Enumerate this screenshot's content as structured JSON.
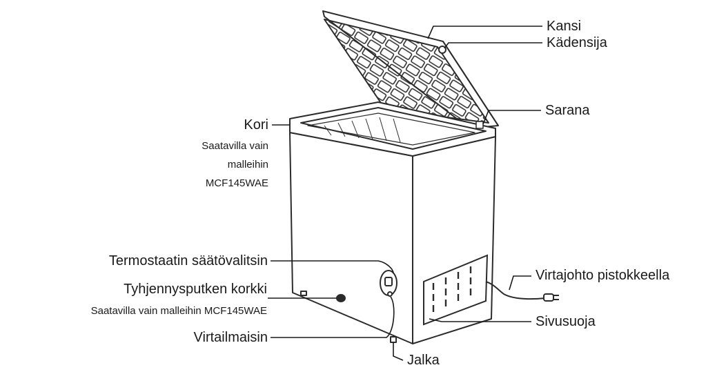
{
  "labels": {
    "lid": "Kansi",
    "handle": "Kädensija",
    "hinge": "Sarana",
    "basket": "Kori",
    "basket_note_1": "Saatavilla vain",
    "basket_note_2": "malleihin",
    "basket_note_3": "MCF145WAE",
    "thermostat": "Termostaatin säätövalitsin",
    "drain_cap": "Tyhjennysputken korkki",
    "drain_note": "Saatavilla vain malleihin MCF145WAE",
    "power_light": "Virtailmaisin",
    "foot": "Jalka",
    "power_cord": "Virtajohto pistokkeella",
    "side_guard": "Sivusuoja"
  },
  "colors": {
    "line": "#2b2b2b",
    "fill": "#ffffff"
  }
}
